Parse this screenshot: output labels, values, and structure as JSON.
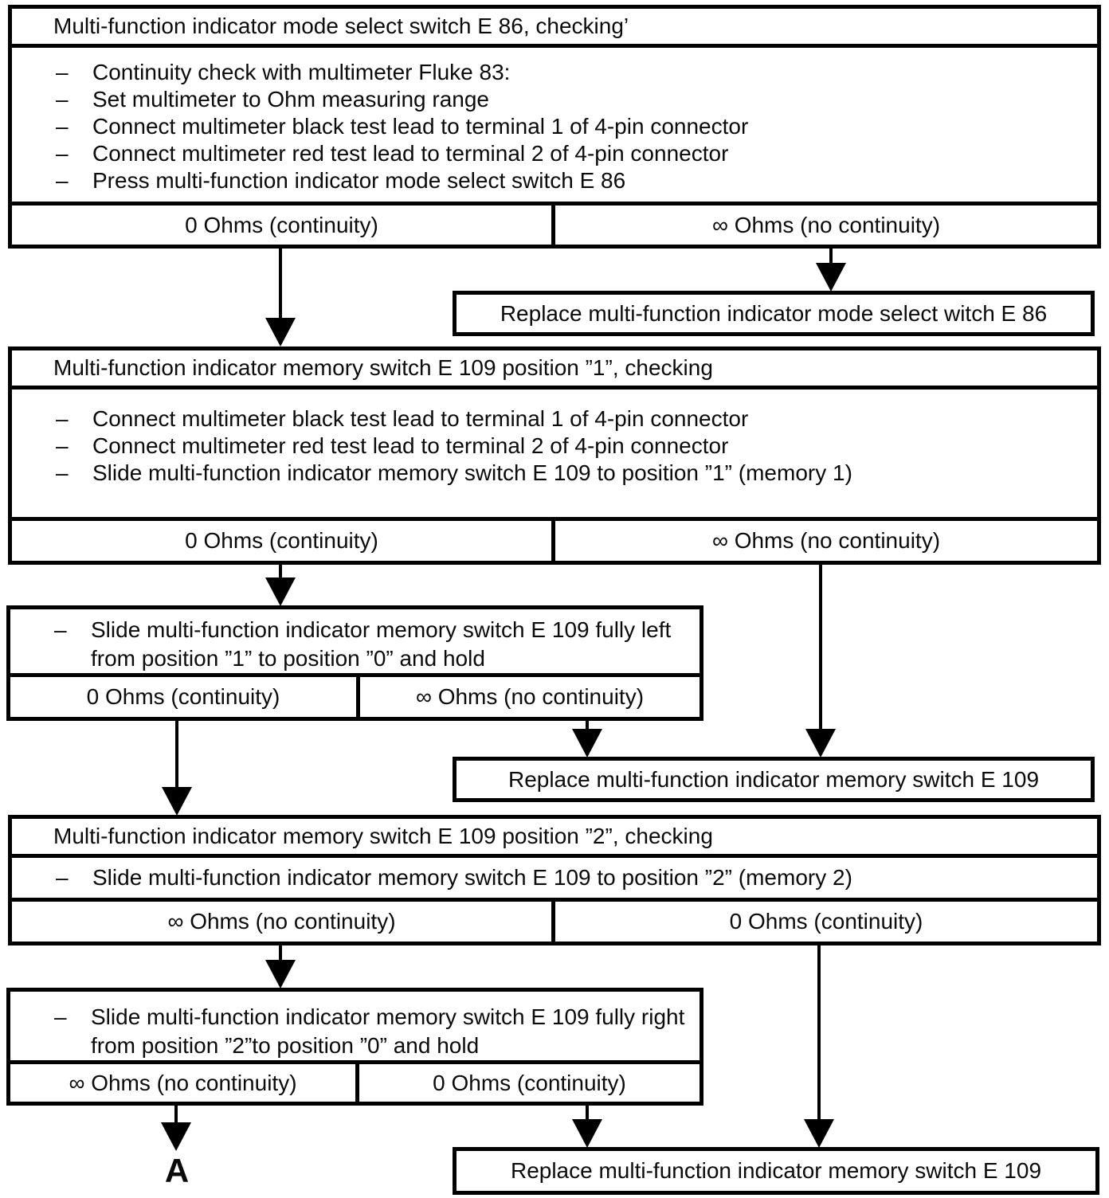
{
  "flowchart": {
    "s1": {
      "title": "Multi-function indicator mode select switch E 86, checking’",
      "steps": [
        "Continuity check with multimeter Fluke 83:",
        "Set multimeter to Ohm measuring range",
        "Connect multimeter black test lead to terminal 1 of 4-pin connector",
        "Connect multimeter red test lead to terminal 2 of 4-pin connector",
        "Press multi-function indicator mode select switch E 86"
      ],
      "result_left": "0 Ohms (continuity)",
      "result_right": "∞  Ohms (no continuity)"
    },
    "replace1": "Replace multi-function indicator mode select witch E 86",
    "s2": {
      "title": "Multi-function indicator memory switch E 109 position ”1”, checking",
      "steps": [
        "Connect multimeter black test lead to terminal 1 of 4-pin connector",
        "Connect multimeter red test lead to terminal 2 of 4-pin connector",
        "Slide multi-function indicator memory switch E 109 to position ”1” (memory 1)"
      ],
      "result_left": "0 Ohms (continuity)",
      "result_right": "∞  Ohms (no continuity)"
    },
    "s2b": {
      "step": "Slide multi-function indicator memory switch E 109 fully left from position ”1” to position ”0” and hold",
      "result_left": "0 Ohms (continuity)",
      "result_right": "∞  Ohms (no continuity)"
    },
    "replace2": "Replace multi-function indicator memory switch E 109",
    "s3": {
      "title": "Multi-function indicator memory switch E 109 position ”2”, checking",
      "step": "Slide multi-function indicator memory switch E 109 to position ”2” (memory 2)",
      "result_left": "∞  Ohms (no continuity)",
      "result_right": "0 Ohms (continuity)"
    },
    "s3b": {
      "step": "Slide multi-function indicator memory switch E 109 fully right from position ”2”to position ”0” and hold",
      "result_left": "∞  Ohms (no continuity)",
      "result_right": "0 Ohms (continuity)"
    },
    "replace3": "Replace multi-function indicator memory switch E 109",
    "connector_label": "A"
  }
}
